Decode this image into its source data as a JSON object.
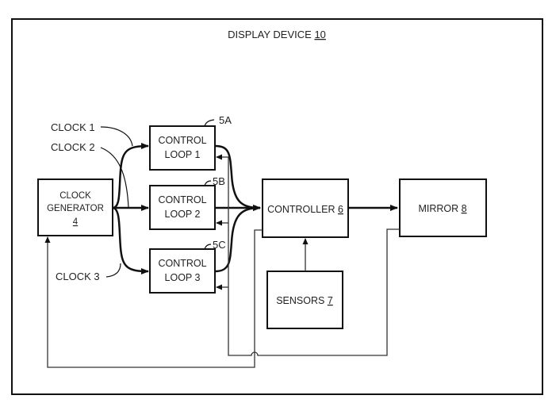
{
  "title": {
    "text": "DISPLAY DEVICE ",
    "ref": "10"
  },
  "clock_generator": {
    "line1": "CLOCK",
    "line2": "GENERATOR",
    "ref": "4"
  },
  "control_loops": [
    {
      "line1": "CONTROL",
      "line2": "LOOP 1",
      "ref": "5A"
    },
    {
      "line1": "CONTROL",
      "line2": "LOOP 2",
      "ref": "5B"
    },
    {
      "line1": "CONTROL",
      "line2": "LOOP 3",
      "ref": "5C"
    }
  ],
  "clock_signals": [
    "CLOCK 1",
    "CLOCK 2",
    "CLOCK 3"
  ],
  "controller": {
    "text": "CONTROLLER ",
    "ref": "6"
  },
  "sensors": {
    "text": "SENSORS ",
    "ref": "7"
  },
  "mirror": {
    "text": "MIRROR ",
    "ref": "8"
  }
}
